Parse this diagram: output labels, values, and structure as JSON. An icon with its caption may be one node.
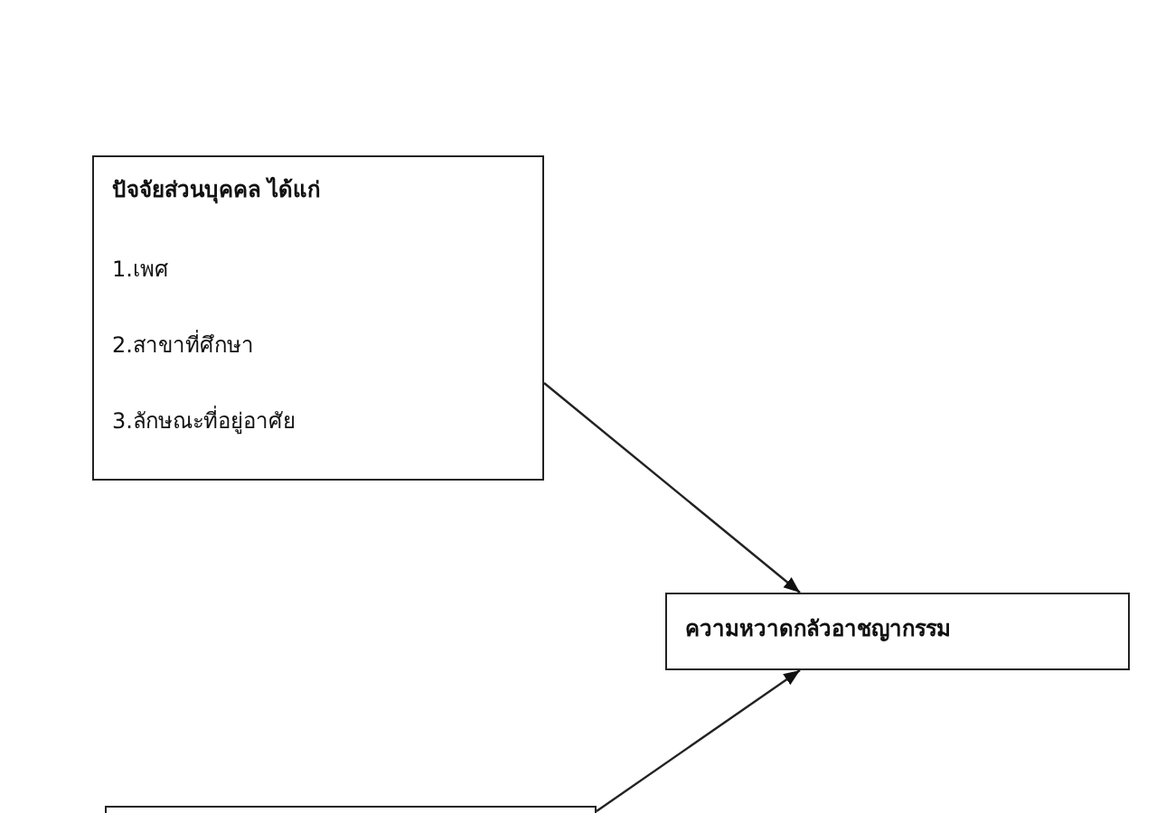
{
  "diagram": {
    "nodes": [
      {
        "text": [
          "ปัจจัยส่วนบุคคล  ได้แก่",
          "1.เพศ",
          "2.สาขาที่ศึกษา",
          "3.ลักษณะที่อยู่อาศัย"
        ]
      },
      {
        "text": [
          "ความหวาดกลัวอาชญากรรม"
        ]
      },
      {
        "text": [],
        "shape": "box"
      }
    ],
    "edges": [
      {
        "from": 0,
        "to": 1,
        "arrow": "to"
      },
      {
        "from": 2,
        "to": 1,
        "arrow": "to"
      }
    ]
  }
}
